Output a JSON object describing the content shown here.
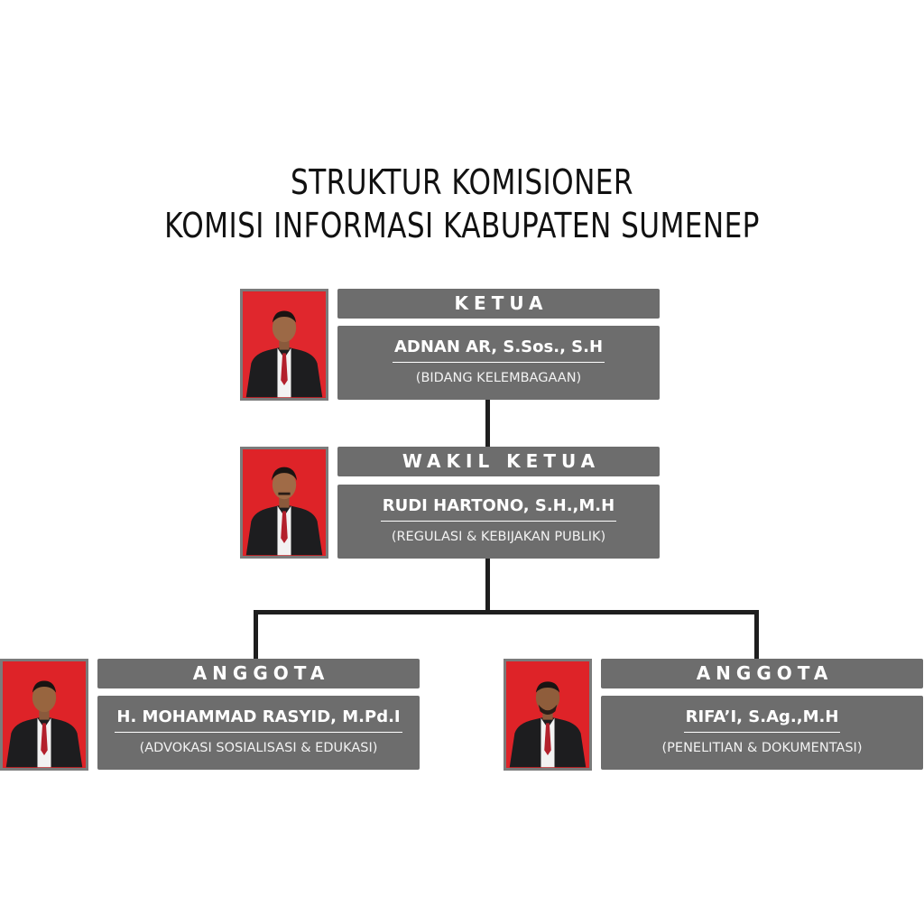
{
  "title": {
    "line1": "STRUKTUR KOMISIONER",
    "line2": "KOMISI INFORMASI KABUPATEN SUMENEP"
  },
  "colors": {
    "box": "#6d6d6d",
    "photo_background": "#de2328",
    "connector": "#1e1e1e"
  },
  "members": [
    {
      "role": "KETUA",
      "name": "ADNAN AR, S.Sos., S.H",
      "department": "(BIDANG KELEMBAGAAN)"
    },
    {
      "role": "WAKIL KETUA",
      "name": "RUDI HARTONO, S.H.,M.H",
      "department": "(REGULASI & KEBIJAKAN PUBLIK)"
    },
    {
      "role": "ANGGOTA",
      "name": "H. MOHAMMAD RASYID, M.Pd.I",
      "department": "(ADVOKASI SOSIALISASI & EDUKASI)"
    },
    {
      "role": "ANGGOTA",
      "name": "RIFA’I, S.Ag.,M.H",
      "department": "(PENELITIAN & DOKUMENTASI)"
    }
  ]
}
